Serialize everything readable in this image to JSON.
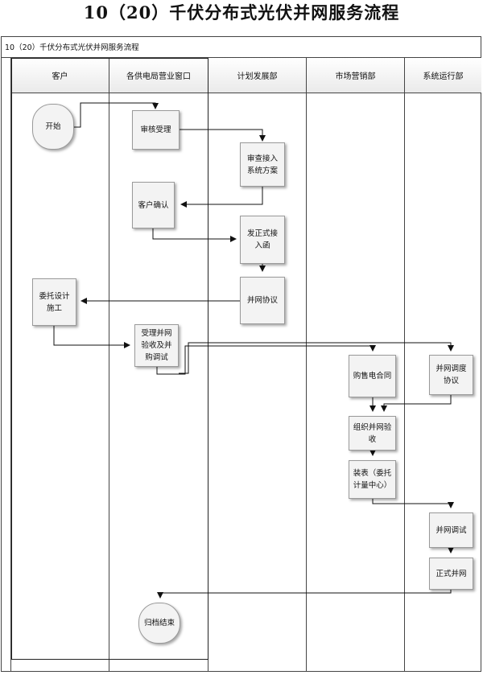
{
  "page_title": "10（20）千伏分布式光伏并网服务流程",
  "diagram_title": "10（20）千伏分布式光伏并网服务流程",
  "lanes": [
    "客户",
    "各供电局营业窗口",
    "计划发展部",
    "市场营销部",
    "系统运行部"
  ],
  "nodes": {
    "start": "开始",
    "review_accept": "审核受理",
    "check_scheme": "审查接入系统方案",
    "customer_confirm": "客户确认",
    "issue_letter": "发正式接入函",
    "grid_agreement": "并网协议",
    "entrust_design": "委托设计施工",
    "accept_acceptance": "受理并网验收及并购调试",
    "purchase_contract": "购售电合同",
    "dispatch_agreement": "并网调度协议",
    "organize_acceptance": "组织并网验收",
    "install_meter": "装表（委托计量中心）",
    "grid_test": "并网调试",
    "formal_grid": "正式并网",
    "archive_end": "归档结束"
  },
  "colors": {
    "line": "#111111",
    "box_fill": "#f3f3f3",
    "box_border": "#9a9a9a",
    "header_gradient": "#eaeaea"
  }
}
